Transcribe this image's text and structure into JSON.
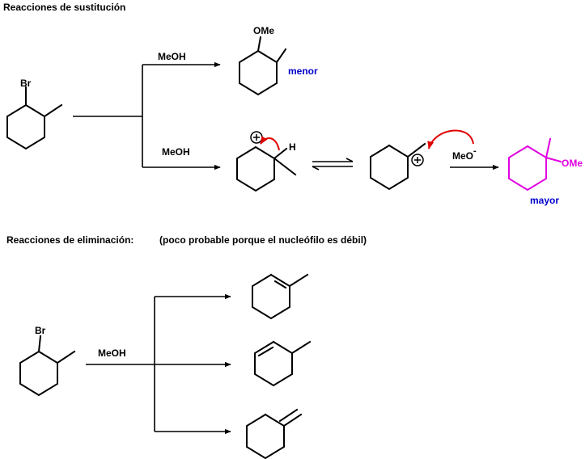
{
  "headings": {
    "substitution": "Reacciones de sustitución",
    "elimination": "Reacciones de eliminación:",
    "elimination_note": "(poco probable porque el nucleófilo es débil)"
  },
  "atoms": {
    "br": "Br",
    "ome": "OMe",
    "h": "H",
    "meo": "MeO",
    "minus": "-",
    "plus": "+"
  },
  "reagents": {
    "meoh": "MeOH"
  },
  "products": {
    "minor_label": "menor",
    "major_label": "mayor"
  },
  "colors": {
    "minor": "#0000cc",
    "major": "#e000e0",
    "curved_arrow": "#e00000",
    "ink": "#000000"
  }
}
